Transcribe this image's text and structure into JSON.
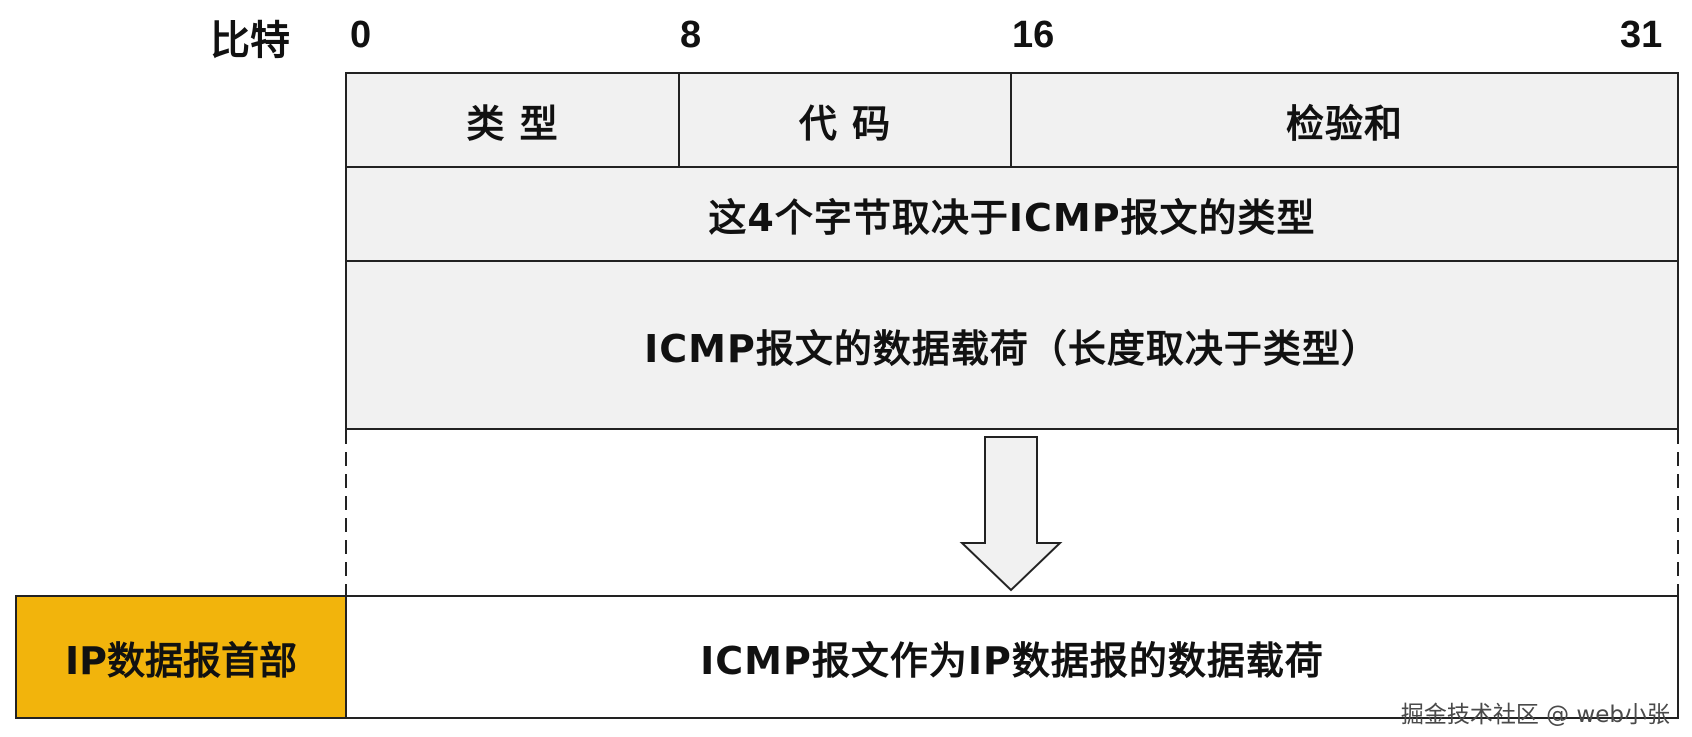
{
  "header": {
    "bits_label": "比特",
    "bit_ticks": [
      "0",
      "8",
      "16",
      "31"
    ]
  },
  "icmp": {
    "type": "类 型",
    "code": "代 码",
    "checksum": "检验和",
    "row2": "这4个字节取决于ICMP报文的类型",
    "payload": "ICMP报文的数据载荷（长度取决于类型）"
  },
  "ip": {
    "header_label": "IP数据报首部",
    "payload_label": "ICMP报文作为IP数据报的数据载荷",
    "header_color": "#f2b40c"
  },
  "watermark": "掘金技术社区 @ web小张"
}
